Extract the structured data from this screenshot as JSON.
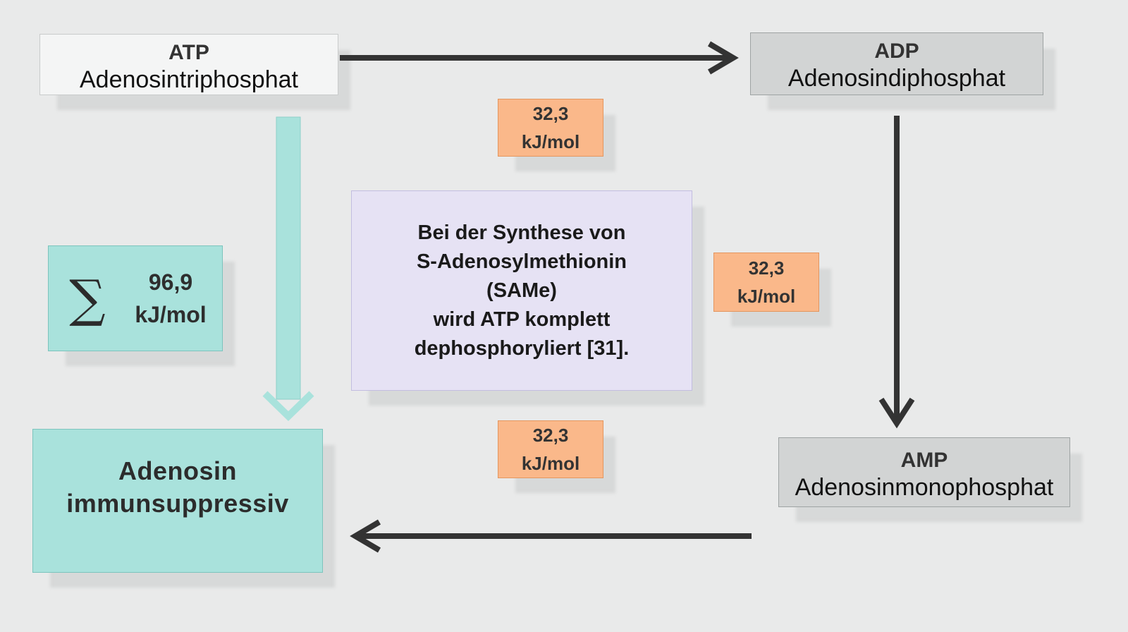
{
  "nodes": {
    "atp": {
      "abbr": "ATP",
      "full": "Adenosintriphosphat"
    },
    "adp": {
      "abbr": "ADP",
      "full": "Adenosindiphosphat"
    },
    "amp": {
      "abbr": "AMP",
      "full": "Adenosinmonophosphat"
    },
    "adenosin": {
      "line1": "Adenosin",
      "line2": "immunsuppressiv"
    }
  },
  "sum": {
    "symbol": "∑",
    "value": "96,9",
    "unit": "kJ/mol"
  },
  "synthesis": {
    "lines": [
      "Bei der Synthese von",
      "S-Adenosylmethionin",
      "(SAMe)",
      "wird ATP komplett"
    ],
    "last_line": "dephosphoryliert",
    "reference": "[31]."
  },
  "energies": [
    {
      "value": "32,3",
      "unit": "kJ/mol"
    },
    {
      "value": "32,3",
      "unit": "kJ/mol"
    },
    {
      "value": "32,3",
      "unit": "kJ/mol"
    }
  ],
  "colors": {
    "arrow_dark": "#333333",
    "arrow_teal": "#a9e2dc",
    "node_teal": "#a9e2dc",
    "node_orange": "#fab88a",
    "node_purple": "#e6e2f4",
    "node_gray": "#d2d4d4"
  }
}
